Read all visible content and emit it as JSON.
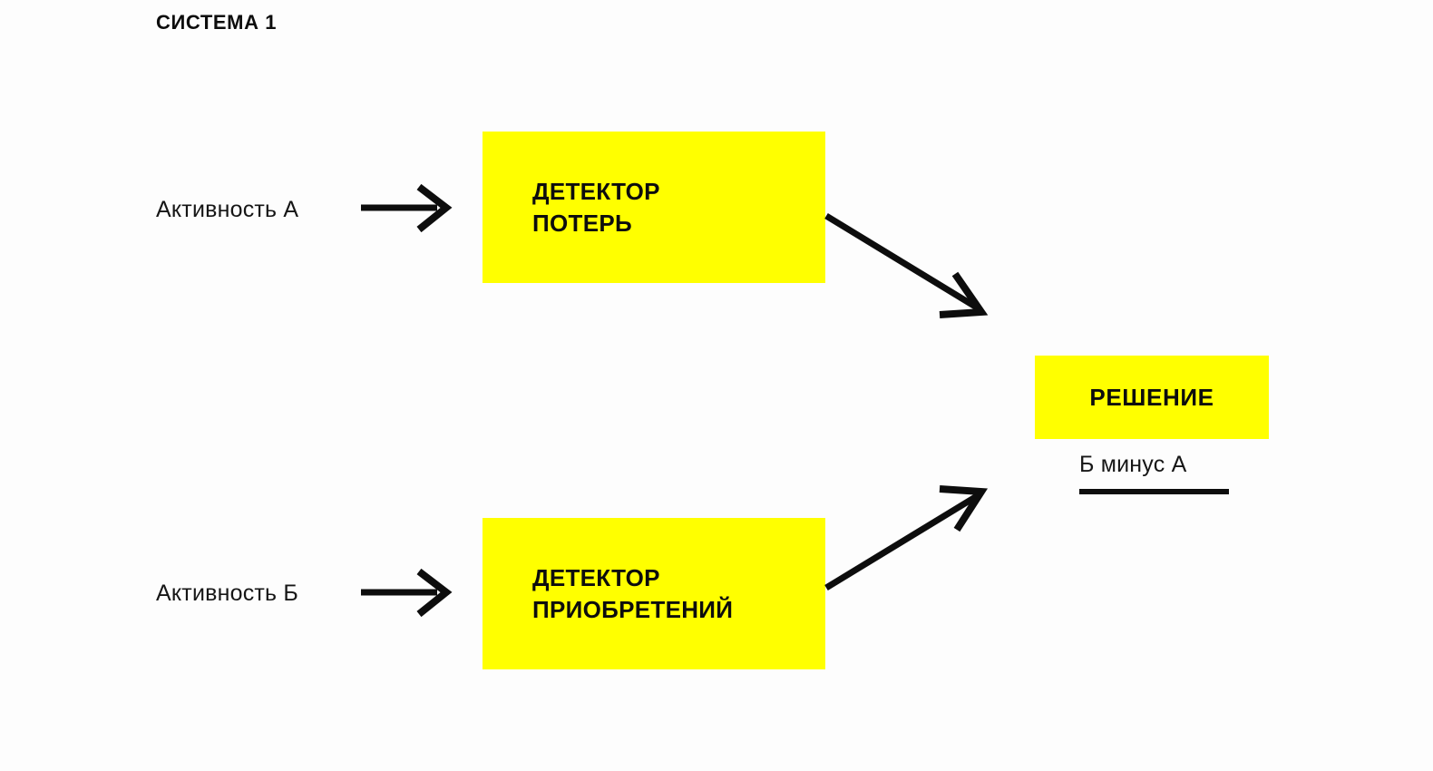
{
  "diagram": {
    "title": "СИСТЕМА 1",
    "background_color": "#fdfdfd",
    "accent_color": "#ffff00",
    "text_color": "#0d0d0d",
    "inputs": [
      {
        "label": "Активность А"
      },
      {
        "label": "Активность Б"
      }
    ],
    "processes": [
      {
        "label": "ДЕТЕКТОР\nПОТЕРЬ"
      },
      {
        "label": "ДЕТЕКТОР\nПРИОБРЕТЕНИЙ"
      }
    ],
    "decision": {
      "label": "РЕШЕНИЕ",
      "formula": "Б минус А"
    },
    "connectors": [
      {
        "name": "input-a-to-loss-detector",
        "kind": "arrow-right"
      },
      {
        "name": "input-b-to-gain-detector",
        "kind": "arrow-right"
      },
      {
        "name": "loss-detector-to-decision",
        "kind": "arrow-diagonal-down"
      },
      {
        "name": "gain-detector-to-decision",
        "kind": "arrow-diagonal-up"
      }
    ]
  }
}
